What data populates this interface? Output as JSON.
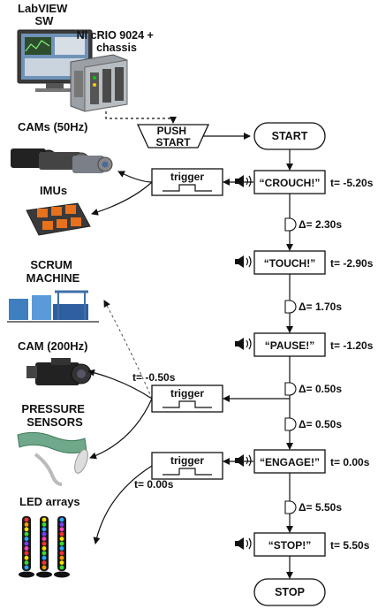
{
  "sources": {
    "labview": "LabVIEW\nSW",
    "crio": "NI cRIO 9024 +\nchassis"
  },
  "devices": {
    "cams_50": "CAMs (50Hz)",
    "imus": "IMUs",
    "scrum": "SCRUM\nMACHINE",
    "cam_200": "CAM (200Hz)",
    "pressure": "PRESSURE\nSENSORS",
    "led": "LED arrays"
  },
  "flow": {
    "push_start": "PUSH\nSTART",
    "start": "START",
    "stop": "STOP",
    "steps": [
      {
        "cmd": "“CROUCH!”",
        "t": "t= -5.20s"
      },
      {
        "cmd": "“TOUCH!”",
        "t": "t= -2.90s"
      },
      {
        "cmd": "“PAUSE!”",
        "t": "t= -1.20s"
      },
      {
        "cmd": "“ENGAGE!”",
        "t": "t= 0.00s"
      },
      {
        "cmd": "“STOP!”",
        "t": "t= 5.50s"
      }
    ],
    "delays": [
      "Δ= 2.30s",
      "Δ= 1.70s",
      "Δ= 0.50s",
      "Δ= 0.50s",
      "Δ= 5.50s"
    ]
  },
  "triggers": {
    "label": "trigger",
    "t2": "t= -0.50s",
    "t3": "t= 0.00s"
  },
  "icons": [
    "computer-monitor-icon",
    "crio-chassis-icon",
    "video-camera-icon",
    "imu-sensor-icon",
    "scrum-machine-icon",
    "pressure-sensor-icon",
    "led-array-icon",
    "speaker-icon",
    "delay-icon"
  ]
}
